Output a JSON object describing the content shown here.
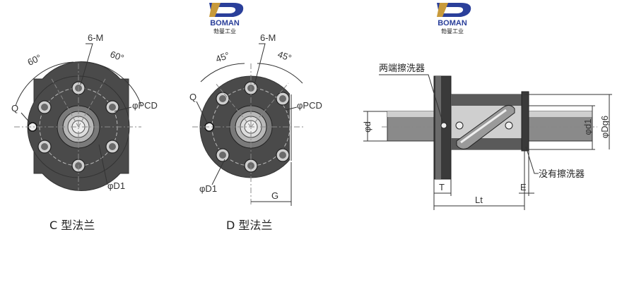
{
  "logos": {
    "brand_text": "BOMAN",
    "brand_sub": "勃曼工业",
    "accent_blue": "#2a3f9a",
    "accent_gold": "#c89a3a"
  },
  "views": {
    "c_flange": {
      "caption": "C 型法兰",
      "label_holes": "6-M",
      "label_angle_left": "60°",
      "label_angle_right": "60°",
      "label_q": "Q",
      "label_pcd": "φPCD",
      "label_d1": "φD1"
    },
    "d_flange": {
      "caption": "D 型法兰",
      "label_holes": "6-M",
      "label_angle_left": "45°",
      "label_angle_right": "45°",
      "label_q": "Q",
      "label_pcd": "φPCD",
      "label_d1": "φD1",
      "label_g": "G"
    },
    "side_view": {
      "label_both_wipers": "两端擦洗器",
      "label_no_wiper": "没有擦洗器",
      "label_d": "φd",
      "label_d1": "φd1",
      "label_dg6": "φDg6",
      "label_t": "T",
      "label_lt": "Lt",
      "label_e": "E"
    }
  },
  "colors": {
    "line": "#333333",
    "dark_fill": "#3a3a3a",
    "mid_fill": "#8a8a8a",
    "light_fill": "#d6d6d6"
  }
}
